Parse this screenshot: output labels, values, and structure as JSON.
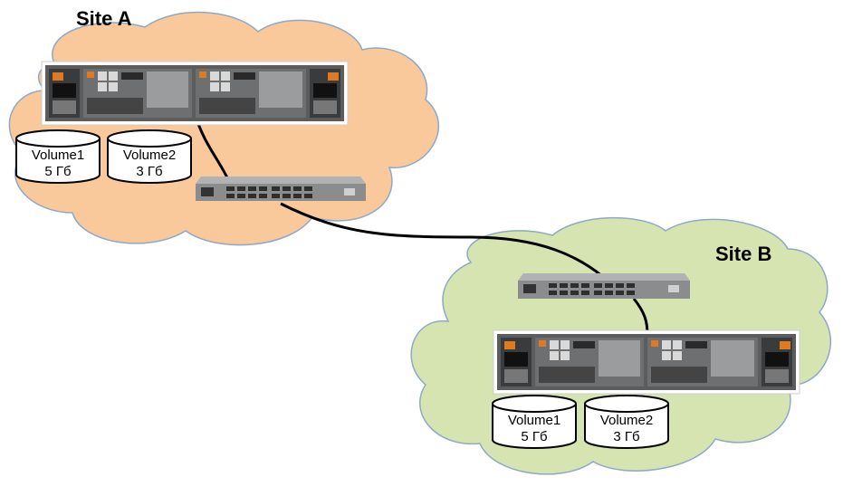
{
  "sites": [
    {
      "label": "Site A",
      "cloud_color": "#f9c99c",
      "volumes": [
        {
          "name": "Volume1",
          "size": "5 Гб"
        },
        {
          "name": "Volume2",
          "size": "3 Гб"
        }
      ]
    },
    {
      "label": "Site B",
      "cloud_color": "#d5e4b0",
      "volumes": [
        {
          "name": "Volume1",
          "size": "5 Гб"
        },
        {
          "name": "Volume2",
          "size": "3 Гб"
        }
      ]
    }
  ],
  "colors": {
    "cloud_stroke": "#8fa8c8",
    "cable": "#000000",
    "chassis": "#5a5c5e",
    "switch": "#8a8c8e",
    "psu_accent": "#e07a20"
  }
}
